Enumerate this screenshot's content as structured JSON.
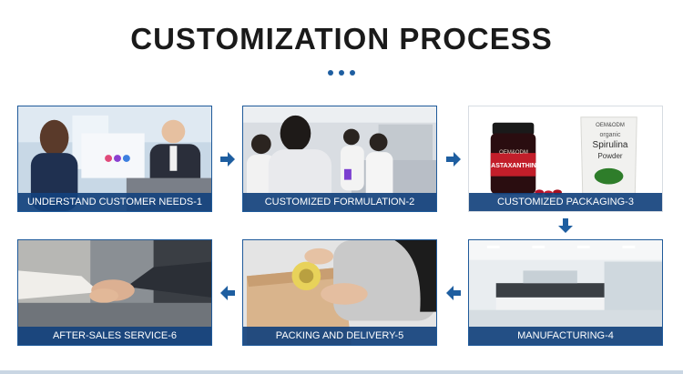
{
  "page": {
    "title": "CUSTOMIZATION PROCESS",
    "accent_color": "#1e5ea0",
    "caption_bg": "#13427d"
  },
  "steps": [
    {
      "label": "UNDERSTAND CUSTOMER NEEDS-1",
      "image": "business-meeting-photo"
    },
    {
      "label": "CUSTOMIZED FORMULATION-2",
      "image": "lab-researchers-photo"
    },
    {
      "label": "CUSTOMIZED PACKAGING-3",
      "image": "product-packaging-photo"
    },
    {
      "label": "MANUFACTURING-4",
      "image": "factory-lab-photo"
    },
    {
      "label": "PACKING AND DELIVERY-5",
      "image": "taping-box-photo"
    },
    {
      "label": "AFTER-SALES SERVICE-6",
      "image": "handshake-photo"
    }
  ],
  "packaging": {
    "jar_brand": "OEM&ODM",
    "jar_label": "ASTAXANTHIN",
    "pouch_brand": "OEM&ODM",
    "pouch_line1": "organic",
    "pouch_line2": "Spirulina",
    "pouch_line3": "Powder"
  },
  "icons": [
    "arrow-right-icon",
    "arrow-down-icon",
    "arrow-left-icon"
  ]
}
